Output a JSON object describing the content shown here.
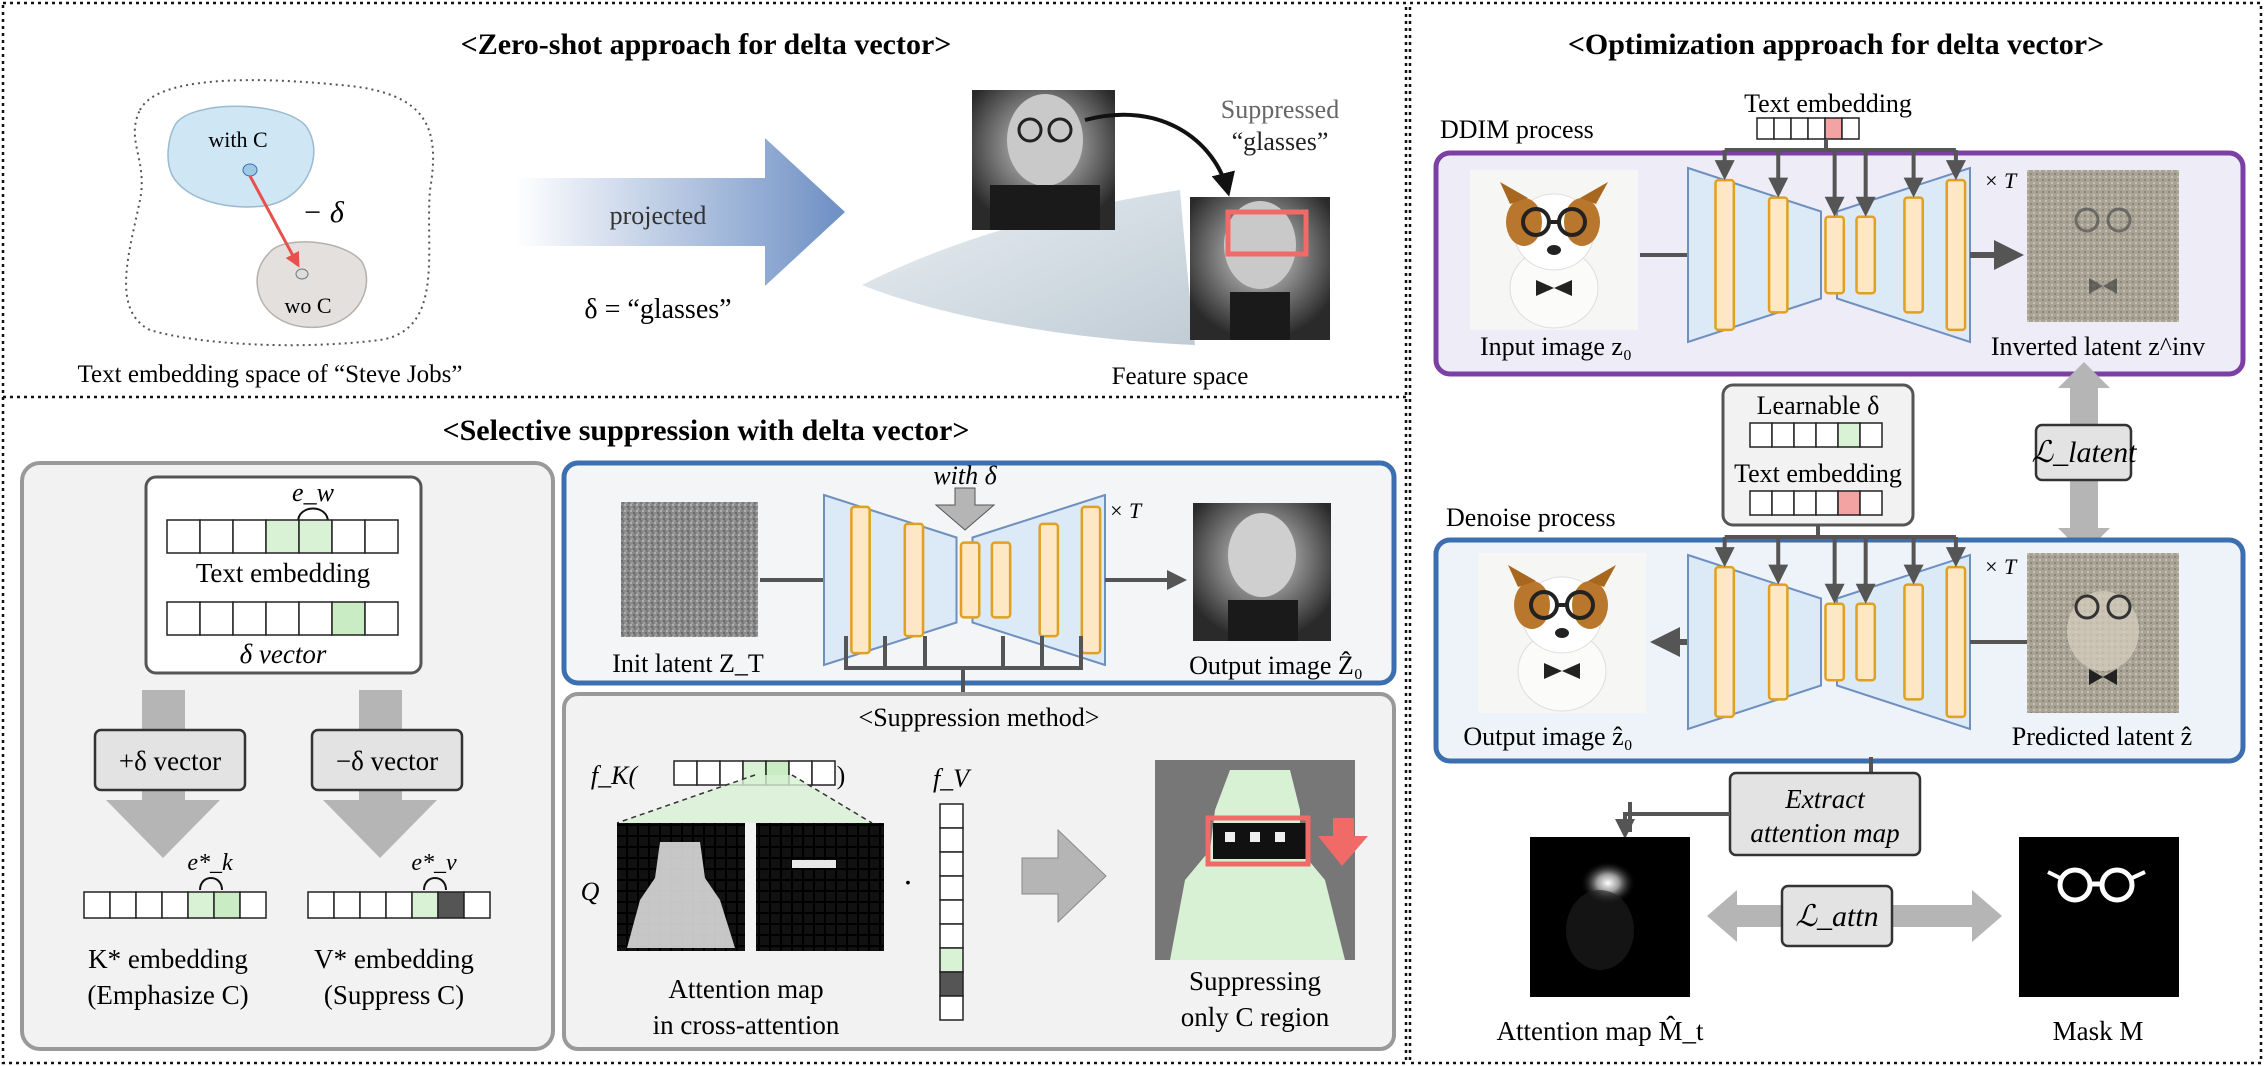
{
  "zero_shot": {
    "title": "<Zero-shot approach for delta vector>",
    "with_c": "with C",
    "wo_c": "wo C",
    "minus_delta": "− δ",
    "space_caption": "Text embedding space of “Steve Jobs”",
    "projected": "projected",
    "delta_eq": "δ = “glasses”",
    "suppressed_1": "Suppressed",
    "suppressed_2": "“glasses”",
    "feature_space": "Feature space"
  },
  "selective": {
    "title": "<Selective suppression with delta vector>",
    "e_w": "e_w",
    "text_embedding": "Text embedding",
    "delta_vector": "δ vector",
    "plus_delta": "+δ vector",
    "minus_delta": "−δ vector",
    "e_k": "e*_k",
    "e_v": "e*_v",
    "k_embedding": "K* embedding",
    "k_emph": "(Emphasize C)",
    "v_embedding": "V* embedding",
    "v_supp": "(Suppress C)",
    "with_delta": "with δ",
    "times_t": "× T",
    "init_latent": "Init latent Z_T",
    "output_image": "Output image Ẑ₀",
    "suppression_method": "<Suppression method>",
    "f_k": "f_K(",
    "f_k_close": ")",
    "f_v": "f_V",
    "q": "Q",
    "dot": "·",
    "attn_map_1": "Attention map",
    "attn_map_2": "in cross-attention",
    "supp_1": "Suppressing",
    "supp_2": "only C region"
  },
  "optimization": {
    "title": "<Optimization approach for delta vector>",
    "text_embedding": "Text embedding",
    "ddim_process": "DDIM process",
    "times_t": "× T",
    "input_image": "Input image z₀",
    "inverted_latent": "Inverted latent z^inv",
    "learnable_delta": "Learnable δ",
    "text_embedding2": "Text embedding",
    "l_latent": "ℒ_latent",
    "denoise_process": "Denoise process",
    "output_image": "Output image ẑ₀",
    "predicted_latent": "Predicted latent ẑ",
    "extract_1": "Extract",
    "extract_2": "attention map",
    "l_attn": "ℒ_attn",
    "attention_map": "Attention map M̂_t",
    "mask": "Mask M"
  },
  "colors": {
    "unet_fill": "#dce9f7",
    "unet_stroke": "#6f8fbf",
    "bar_fill": "#fde7c4",
    "bar_stroke": "#e0a020",
    "purple": "#7b3fa6",
    "blue": "#3b6fb0",
    "green": "#c9ecc4",
    "red_cell": "#f4a3a3"
  }
}
